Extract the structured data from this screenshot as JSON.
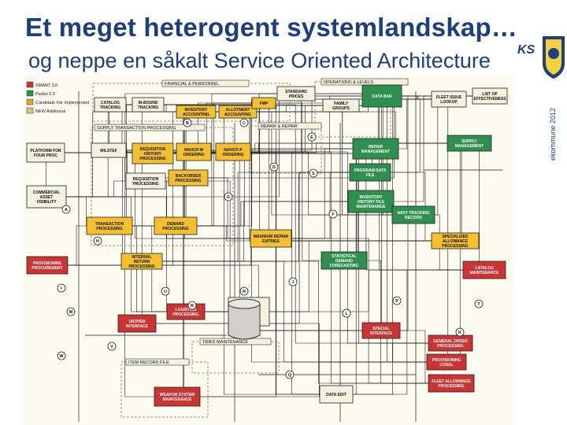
{
  "slide": {
    "title": "Et meget heterogent systemlandskap….",
    "subtitle": "og neppe en såkalt Service Oriented Architecture",
    "side_text": "ekommune 2012"
  },
  "logo": {
    "text": "KS"
  },
  "legend": [
    {
      "label": "SMART 3.0",
      "color": "#cc3333"
    },
    {
      "label": "Partial 3.0",
      "color": "#2f8f4f"
    },
    {
      "label": "Candidate For Implemented",
      "color": "#e8a52a"
    },
    {
      "label": "NEW Additional",
      "color": "#d7c77f"
    }
  ],
  "regions": [
    {
      "label": "FINANCIAL & PERSONNEL"
    },
    {
      "label": "SUPPLY TRANSACTION PROCESSING"
    },
    {
      "label": "OPERATIONS & LEVELS"
    },
    {
      "label": "REPAIR & REPAIR"
    },
    {
      "label": "TRIED MAINTENANCE"
    },
    {
      "label": "ITEM RECORD FILE"
    }
  ],
  "boxes": [
    {
      "label": "PLATFORM FOR FOUR PROC",
      "color": "#f4f1df"
    },
    {
      "label": "CATALOG TRACKING",
      "color": "#f4f1df"
    },
    {
      "label": "IN-BOUND TRACKING",
      "color": "#f4f1df"
    },
    {
      "label": "INVENTORY ACCOUNTING",
      "color": "#f4c02f"
    },
    {
      "label": "ALLOTMENT ACCOUNTING",
      "color": "#f4c02f"
    },
    {
      "label": "FMP",
      "color": "#f4c02f"
    },
    {
      "label": "STANDARD PRICES",
      "color": "#f4f1df"
    },
    {
      "label": "FAMILY GROUPS",
      "color": "#f4f1df"
    },
    {
      "label": "DATA BAR",
      "color": "#2f8f4f"
    },
    {
      "label": "FLEET ISSUE LOOKUP",
      "color": "#f4f1df"
    },
    {
      "label": "LIST OF EFFECTIVENESS",
      "color": "#f4f1df"
    },
    {
      "label": "MILSTEF",
      "color": "#f4f1df"
    },
    {
      "label": "REQUISITION HISTORY PROCESSING",
      "color": "#f4c02f"
    },
    {
      "label": "NAVICP-M ORDERING",
      "color": "#f4c02f"
    },
    {
      "label": "NAVICP-P ORDERING",
      "color": "#f4c02f"
    },
    {
      "label": "BACKORDER PROCESSING",
      "color": "#f4c02f"
    },
    {
      "label": "REPAIR MANAGEMENT",
      "color": "#2f8f4f"
    },
    {
      "label": "SUPPLY MANAGEMENT",
      "color": "#2f8f4f"
    },
    {
      "label": "PROGRAM DATA FILE",
      "color": "#2f8f4f"
    },
    {
      "label": "COMMERCIAL ASSET VISIBILITY",
      "color": "#f4f1df"
    },
    {
      "label": "REQUISITION PROCESSING",
      "color": "#f4f1df"
    },
    {
      "label": "TRANSACTION PROCESSING",
      "color": "#f4c02f"
    },
    {
      "label": "DEMAND PROCESSING",
      "color": "#f4c02f"
    },
    {
      "label": "MAXIMUM REPAIR ENTRIES",
      "color": "#f4c02f"
    },
    {
      "label": "INVENTORY HISTORY FILE MAINTENANCE",
      "color": "#2f8f4f"
    },
    {
      "label": "NAVY TRACKING RECORD",
      "color": "#2f8f4f"
    },
    {
      "label": "SPECIALIZED ALLOWANCE PROCESSING",
      "color": "#f4c02f"
    },
    {
      "label": "PROVISIONING PROCUREMENT",
      "color": "#cc3333"
    },
    {
      "label": "INTERNAL RETURN PROCESSING",
      "color": "#f4c02f"
    },
    {
      "label": "DATABASE",
      "color": "#f4f1df"
    },
    {
      "label": "CATALOG MAINTENANCE",
      "color": "#cc3333"
    },
    {
      "label": "LOGISTICS PROCESSING",
      "color": "#cc3333"
    },
    {
      "label": "UICP/SM INTERFACE",
      "color": "#cc3333"
    },
    {
      "label": "SPECIAL INTERFACE",
      "color": "#cc3333"
    },
    {
      "label": "GENERAL ORDER PROCESSING",
      "color": "#cc3333"
    },
    {
      "label": "PROVISIONING COSAL",
      "color": "#cc3333"
    },
    {
      "label": "FLEET ALLOWANCE PROCESSING",
      "color": "#cc3333"
    },
    {
      "label": "WEAPON SYSTEM MAINTENANCE",
      "color": "#cc3333"
    },
    {
      "label": "DATA EDIT",
      "color": "#f4f1df"
    },
    {
      "label": "STATISTICAL DEMAND FORECASTING",
      "color": "#2f8f4f"
    }
  ],
  "markers": [
    "A",
    "B",
    "C",
    "D",
    "E",
    "F",
    "G",
    "H",
    "I",
    "J",
    "K",
    "L",
    "M",
    "N",
    "P",
    "Q",
    "R",
    "S",
    "T",
    "U",
    "V",
    "W"
  ]
}
